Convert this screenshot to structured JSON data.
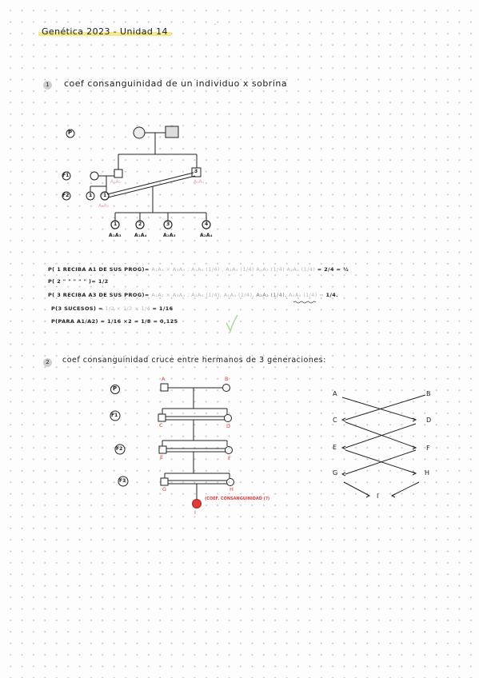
{
  "title": "Genética 2023 - Unidad 14",
  "section1": {
    "number": "1",
    "heading": "coef consanguinidad de un individuo x sobrina",
    "generations": [
      "P",
      "F1",
      "F2"
    ],
    "label_3": "3",
    "label_1": "1",
    "label_1b": "1",
    "pink_a1a2": "A₁A₂",
    "pink_a3a4": "A₃A₄",
    "pink_a1a3": "A₁A₃",
    "children": [
      {
        "num": "1",
        "label": "A₁A₃"
      },
      {
        "num": "2",
        "label": "A₁A₄"
      },
      {
        "num": "3",
        "label": "A₂A₃"
      },
      {
        "num": "4",
        "label": "A₂A₄"
      }
    ],
    "equations": [
      {
        "prefix": "P( 1  RECIBA  A1 DE SUS PROG)= ",
        "gray": "A₁A₂ × A₃A₄ ;  A₁A₃ (1/4) , A₁A₄ (1/4)  A₂A₃ (1/4)  A₂A₄ (1/4)",
        "result": "= 2/4 = ½"
      },
      {
        "prefix": "P( 2   \"         \"  \"  \"   \"  )= ",
        "gray": "",
        "result": "1/2"
      },
      {
        "prefix": "P( 3   RECIBA  A3  DE SUS PROG)= ",
        "gray": "A₁A₂ × A₃A₄ ;  A₁A₃ (1/4), A₁A₄ (1/4),",
        "under": "A₂A₃ (1/4),",
        "gray2": "A₂A₄ (1/4) =",
        "result": "1/4."
      },
      {
        "prefix": "P(3 SUCESOS) = ",
        "gray": "1/2 × 1/2 × 1/4",
        "result": "= 1/16"
      },
      {
        "prefix": "P(PARA A1/A2) = ",
        "gray": "",
        "result": "1/16 ×2 =  1/8  = 0,125"
      }
    ],
    "check": "✓"
  },
  "section2": {
    "number": "2",
    "heading": "coef consanguinidad cruce entre hermanos de 3 generaciones:",
    "generations": [
      "P",
      "F1",
      "F2",
      "F3"
    ],
    "parents": {
      "a": "A",
      "b": "B"
    },
    "f1": {
      "c": "C",
      "d": "D"
    },
    "f2": {
      "e": "E",
      "f": "F"
    },
    "f3": {
      "g": "G",
      "h": "H"
    },
    "offspring": "I",
    "offspring_note": "(COEF. CONSANGUINIDAD (?)",
    "path_nodes": [
      "A",
      "B",
      "C",
      "D",
      "E",
      "F",
      "G",
      "H",
      "I"
    ]
  }
}
